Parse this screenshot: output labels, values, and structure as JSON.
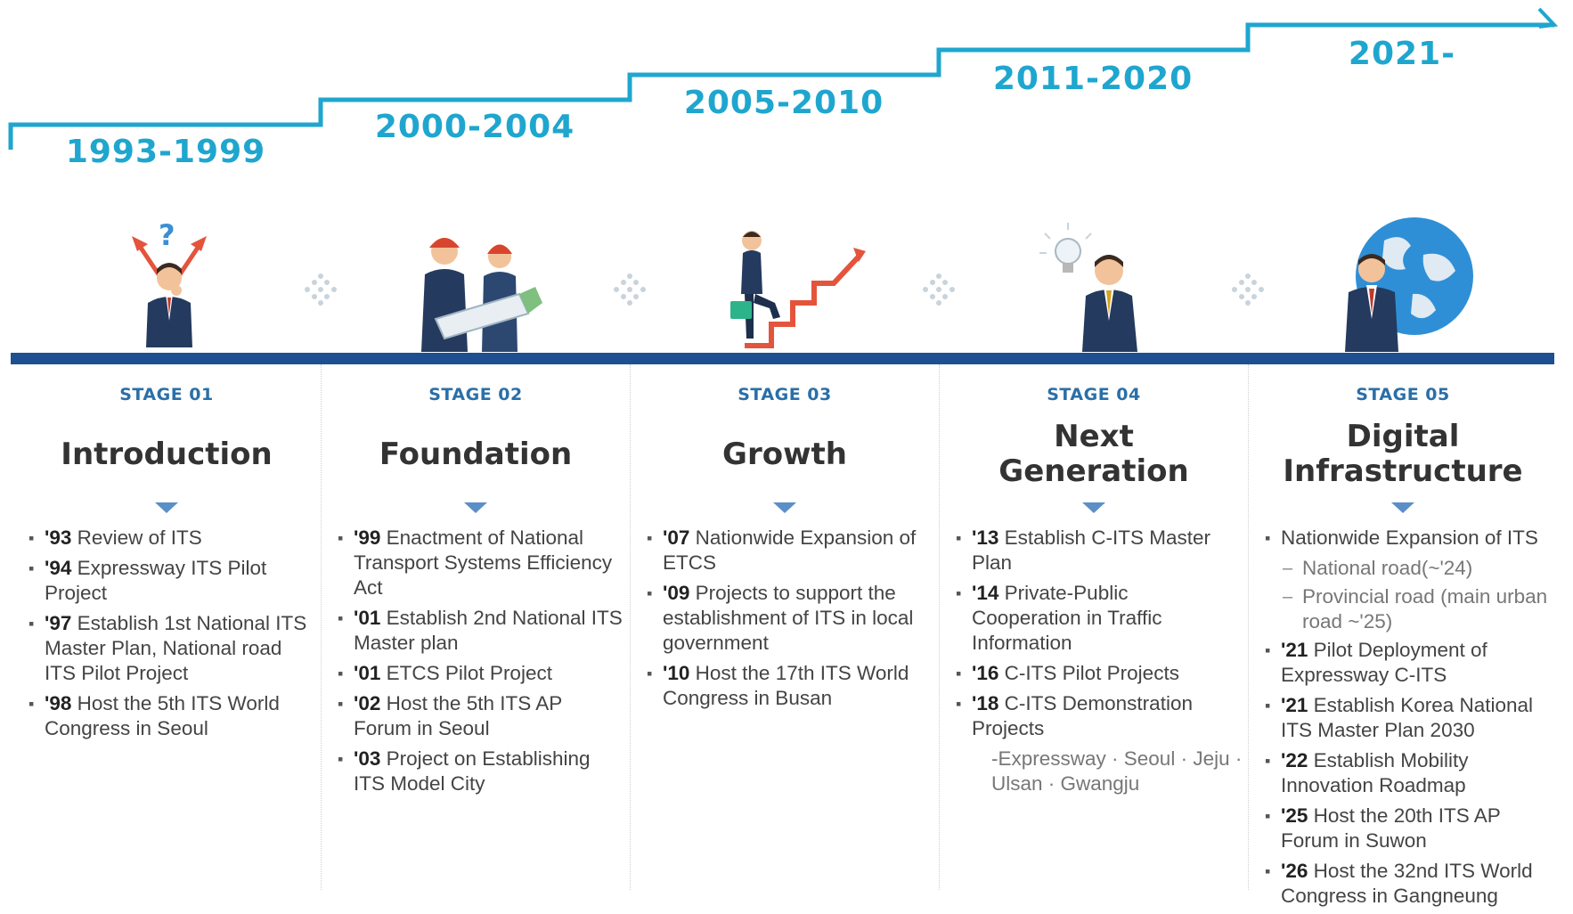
{
  "periods": [
    "1993-1999",
    "2000-2004",
    "2005-2010",
    "2011-2020",
    "2021-"
  ],
  "stages": [
    {
      "label": "STAGE 01",
      "title": "Introduction",
      "icon": "thinking-businessman-icon",
      "items": [
        {
          "year": "'93",
          "text": "Review of ITS"
        },
        {
          "year": "'94",
          "text": "Expressway ITS Pilot Project"
        },
        {
          "year": "'97",
          "text": "Establish 1st National ITS Master Plan, National road ITS Pilot Project"
        },
        {
          "year": "'98",
          "text": "Host the 5th ITS World Congress in Seoul"
        }
      ]
    },
    {
      "label": "STAGE 02",
      "title": "Foundation",
      "icon": "engineers-with-blueprint-icon",
      "items": [
        {
          "year": "'99",
          "text": "Enactment of National Transport Systems Efficiency Act"
        },
        {
          "year": "'01",
          "text": "Establish 2nd National ITS Master plan"
        },
        {
          "year": "'01",
          "text": "ETCS Pilot Project"
        },
        {
          "year": "'02",
          "text": "Host the 5th ITS AP Forum in Seoul"
        },
        {
          "year": "'03",
          "text": "Project on Establishing ITS Model City"
        }
      ]
    },
    {
      "label": "STAGE 03",
      "title": "Growth",
      "icon": "businessman-climbing-stairs-icon",
      "items": [
        {
          "year": "'07",
          "text": "Nationwide Expansion of ETCS"
        },
        {
          "year": "'09",
          "text": "Projects to support the establishment of ITS in local government"
        },
        {
          "year": "'10",
          "text": "Host the 17th ITS World Congress in Busan"
        }
      ]
    },
    {
      "label": "STAGE 04",
      "title": "Next\nGeneration",
      "icon": "businessman-lightbulb-icon",
      "items": [
        {
          "year": "'13",
          "text": "Establish C-ITS Master Plan"
        },
        {
          "year": "'14",
          "text": "Private-Public Cooperation in Traffic Information"
        },
        {
          "year": "'16",
          "text": "C-ITS Pilot Projects"
        },
        {
          "year": "'18",
          "text": "C-ITS Demonstration Projects"
        }
      ],
      "note": "-Expressway · Seoul · Jeju · Ulsan · Gwangju"
    },
    {
      "label": "STAGE 05",
      "title": "Digital\nInfrastructure",
      "icon": "businessman-globe-icon",
      "lead": "Nationwide Expansion of ITS",
      "subs": [
        "National road(~'24)",
        "Provincial road (main urban road ~'25)"
      ],
      "items": [
        {
          "year": "'21",
          "text": "Pilot Deployment of Expressway C-ITS"
        },
        {
          "year": "'21",
          "text": "Establish Korea National ITS Master Plan 2030"
        },
        {
          "year": "'22",
          "text": "Establish Mobility Innovation Roadmap"
        },
        {
          "year": "'25",
          "text": "Host the 20th ITS AP Forum in Suwon"
        },
        {
          "year": "'26",
          "text": "Host the 32nd ITS World Congress in Gangneung"
        }
      ]
    }
  ],
  "colors": {
    "accent": "#1fa6cf",
    "baseline": "#1d4f91",
    "stage": "#2a6fa8"
  }
}
